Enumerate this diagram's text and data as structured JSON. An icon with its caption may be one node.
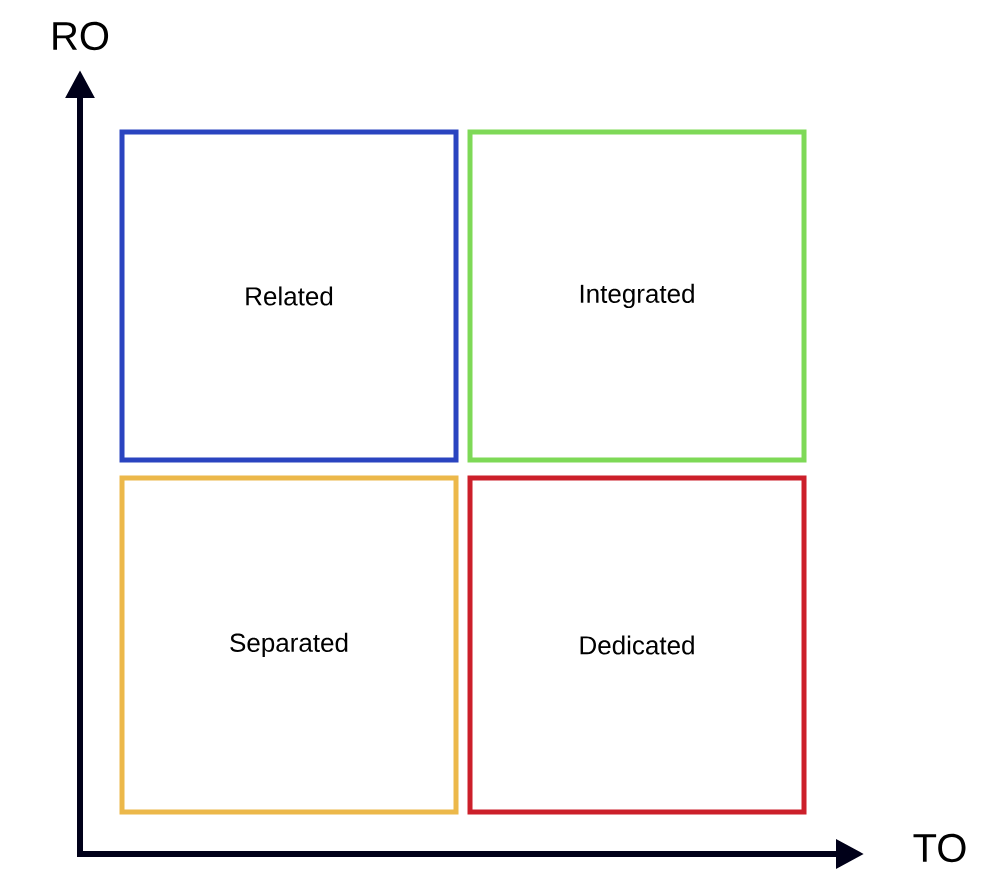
{
  "diagram": {
    "nodes": [
      {
        "text": [
          "Related"
        ]
      },
      {
        "text": [
          "Integrated"
        ]
      },
      {
        "text": [
          "Separated"
        ]
      },
      {
        "text": [
          "Dedicated"
        ]
      }
    ],
    "labels": [
      "RO",
      "TO"
    ]
  }
}
